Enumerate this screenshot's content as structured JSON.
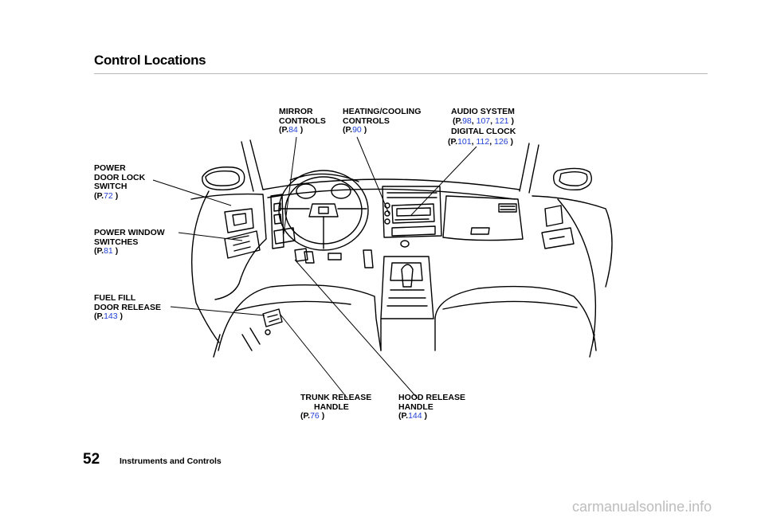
{
  "page": {
    "title": "Control Locations",
    "page_number": "52",
    "section": "Instruments and Controls",
    "watermark": "carmanualsonline.info"
  },
  "callouts": {
    "mirror": {
      "lines": [
        "MIRROR",
        "CONTROLS"
      ],
      "prefix": "(P.",
      "pages": [
        "84"
      ],
      "suffix": ")"
    },
    "heating": {
      "lines": [
        "HEATING/COOLING",
        "CONTROLS"
      ],
      "prefix": "(P.",
      "pages": [
        "90"
      ],
      "suffix": ")"
    },
    "audio": {
      "lines": [
        "AUDIO SYSTEM"
      ],
      "prefix": "(P.",
      "pages": [
        "98",
        "107",
        "121"
      ],
      "suffix": ")"
    },
    "clock": {
      "lines": [
        "DIGITAL CLOCK"
      ],
      "prefix": "(P.",
      "pages": [
        "101",
        "112",
        "126"
      ],
      "suffix": ")"
    },
    "door_lock": {
      "lines": [
        "POWER",
        "DOOR LOCK",
        "SWITCH"
      ],
      "prefix": "(P.",
      "pages": [
        "72"
      ],
      "suffix": ")"
    },
    "window": {
      "lines": [
        "POWER WINDOW",
        "SWITCHES"
      ],
      "prefix": "(P.",
      "pages": [
        "81"
      ],
      "suffix": ")"
    },
    "fuel": {
      "lines": [
        "FUEL FILL",
        "DOOR RELEASE"
      ],
      "prefix": "(P.",
      "pages": [
        "143"
      ],
      "suffix": ")"
    },
    "trunk": {
      "lines": [
        "TRUNK RELEASE",
        "HANDLE"
      ],
      "prefix": "(P.",
      "pages": [
        "76"
      ],
      "suffix": ")"
    },
    "hood": {
      "lines": [
        "HOOD RELEASE",
        "HANDLE"
      ],
      "prefix": "(P.",
      "pages": [
        "144"
      ],
      "suffix": ")"
    }
  },
  "colors": {
    "page_link": "#1f3fd4",
    "rule": "#b8b8b8",
    "watermark": "#bdbdbd"
  },
  "illustration": "car-interior-dashboard"
}
